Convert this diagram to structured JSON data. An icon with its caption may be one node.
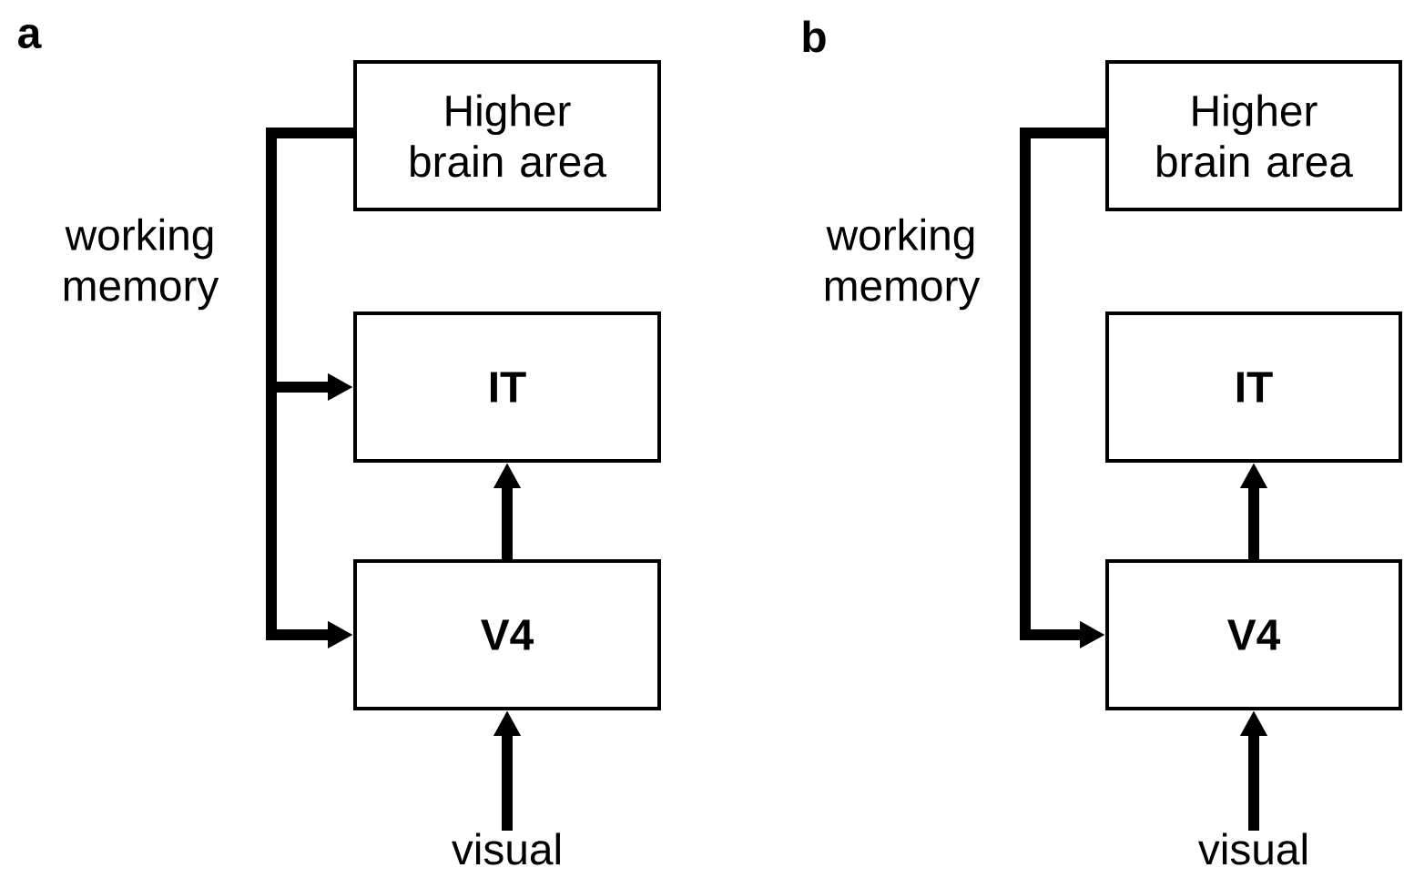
{
  "diagram": {
    "nodes": [
      {
        "text": [
          "Higher brain area"
        ]
      },
      {
        "text": [
          "IT"
        ]
      },
      {
        "text": [
          "V4"
        ]
      },
      {
        "text": [
          "visual"
        ]
      },
      {
        "text": [
          "Higher brain area"
        ]
      },
      {
        "text": [
          "IT"
        ]
      },
      {
        "text": [
          "V4"
        ]
      },
      {
        "text": [
          "visual"
        ]
      }
    ],
    "edges": [
      {
        "from": 0,
        "to": 1,
        "arrow": "to"
      },
      {
        "from": 0,
        "to": 2,
        "arrow": "to"
      },
      {
        "from": 2,
        "to": 1,
        "arrow": "to"
      },
      {
        "from": 3,
        "to": 2,
        "arrow": "to"
      },
      {
        "from": 4,
        "to": 6,
        "arrow": "to"
      },
      {
        "from": 6,
        "to": 5,
        "arrow": "to"
      },
      {
        "from": 7,
        "to": 6,
        "arrow": "to"
      }
    ],
    "labels": [
      "a",
      "working memory",
      "b",
      "working memory"
    ]
  }
}
